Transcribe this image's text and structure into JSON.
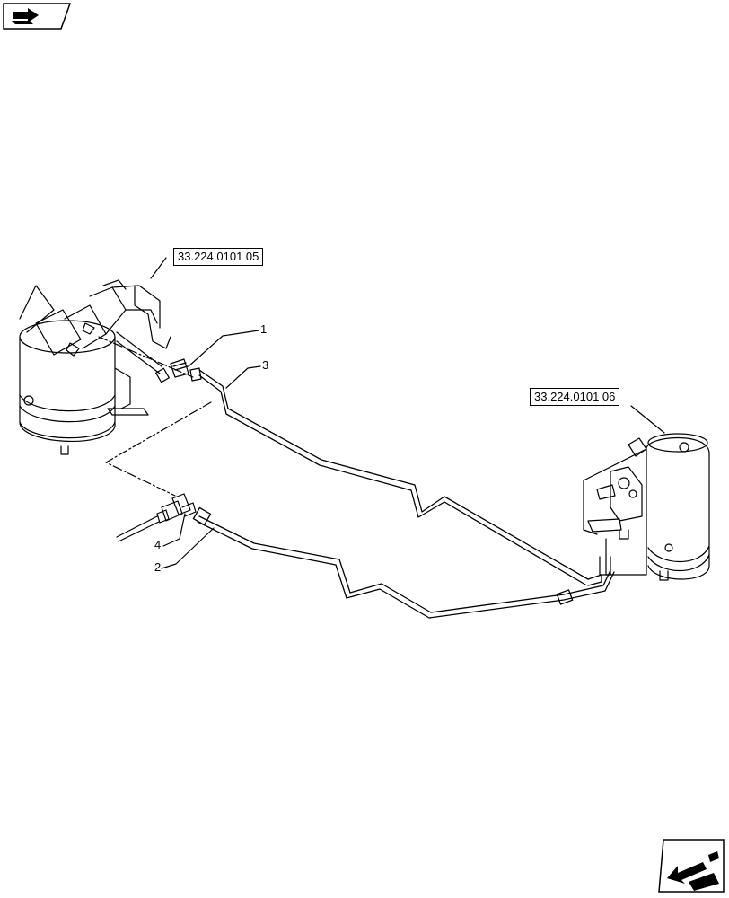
{
  "icons": {
    "top_nav": "arrow-right-book-icon",
    "bottom_nav": "arrow-return-icon"
  },
  "references": [
    {
      "id": "ref-left",
      "label": "33.224.0101 05"
    },
    {
      "id": "ref-right",
      "label": "33.224.0101 06"
    }
  ],
  "callouts": [
    {
      "id": "item-1",
      "label": "1"
    },
    {
      "id": "item-2",
      "label": "2"
    },
    {
      "id": "item-3",
      "label": "3"
    },
    {
      "id": "item-4",
      "label": "4"
    }
  ]
}
